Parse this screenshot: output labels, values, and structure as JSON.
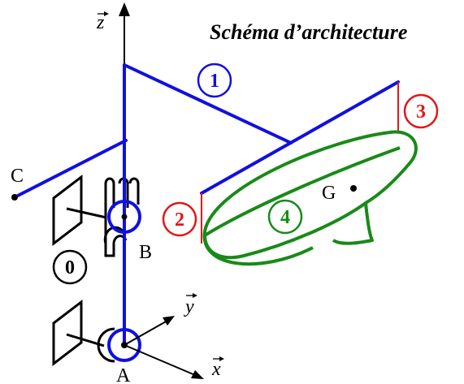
{
  "title": "Schéma d’architecture",
  "axes": {
    "z_label": "z",
    "y_label": "y",
    "x_label": "x"
  },
  "points": {
    "A": "A",
    "B": "B",
    "C": "C",
    "G": "G"
  },
  "parts": {
    "part_0": "0",
    "part_1": "1",
    "part_2": "2",
    "part_3": "3",
    "part_4": "4"
  },
  "colors": {
    "arm_blue": "#1010e0",
    "ground_black": "#000000",
    "fixture_red": "#e01818",
    "hull_green": "#188a18"
  }
}
